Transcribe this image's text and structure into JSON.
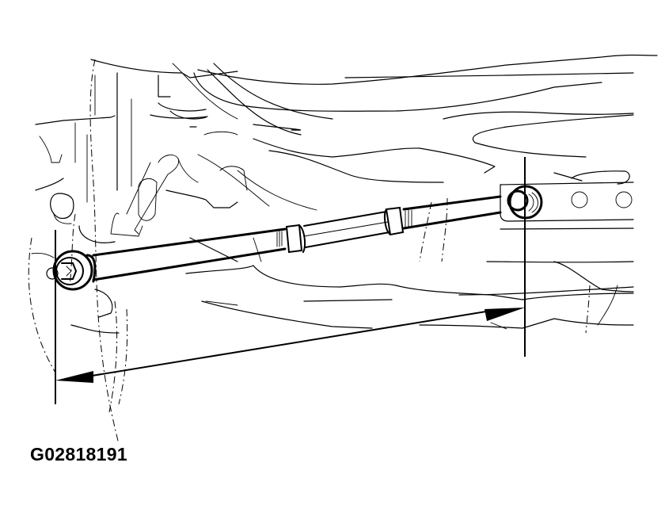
{
  "figure": {
    "id_label": "G02818191",
    "subject": "lateral-control-rod-installation",
    "dimension": {
      "type": "horizontal-length",
      "from": "rod-left-bushing-center",
      "to": "rod-right-bolt-center",
      "arrow_style": "filled-triangle"
    },
    "colors": {
      "line": "#000000",
      "background": "#ffffff"
    }
  }
}
